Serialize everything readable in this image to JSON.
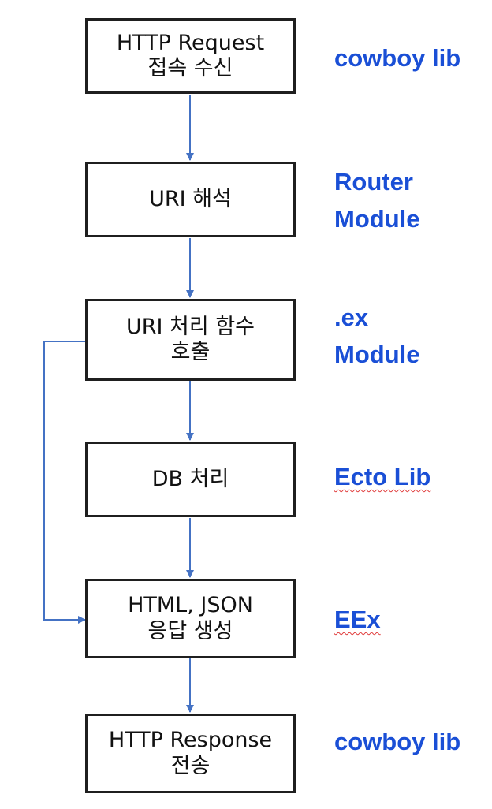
{
  "steps": [
    {
      "lines": [
        "HTTP Request",
        "접속 수신"
      ],
      "label_lines": [
        "cowboy lib"
      ]
    },
    {
      "lines": [
        "URI 해석"
      ],
      "label_lines": [
        "Router",
        "Module"
      ]
    },
    {
      "lines": [
        "URI 처리 함수",
        "호출"
      ],
      "label_lines": [
        ".ex",
        "Module"
      ]
    },
    {
      "lines": [
        "DB 처리"
      ],
      "label_lines": [
        "Ecto Lib"
      ]
    },
    {
      "lines": [
        "HTML, JSON",
        "응답 생성"
      ],
      "label_lines": [
        "EEx"
      ]
    },
    {
      "lines": [
        "HTTP Response",
        "전송"
      ],
      "label_lines": [
        "cowboy lib"
      ]
    }
  ],
  "colors": {
    "arrow": "#4472c4",
    "label": "#1a4fd6",
    "box_border": "#1f1f1f",
    "spellcheck_underline": "#e03a3a"
  }
}
